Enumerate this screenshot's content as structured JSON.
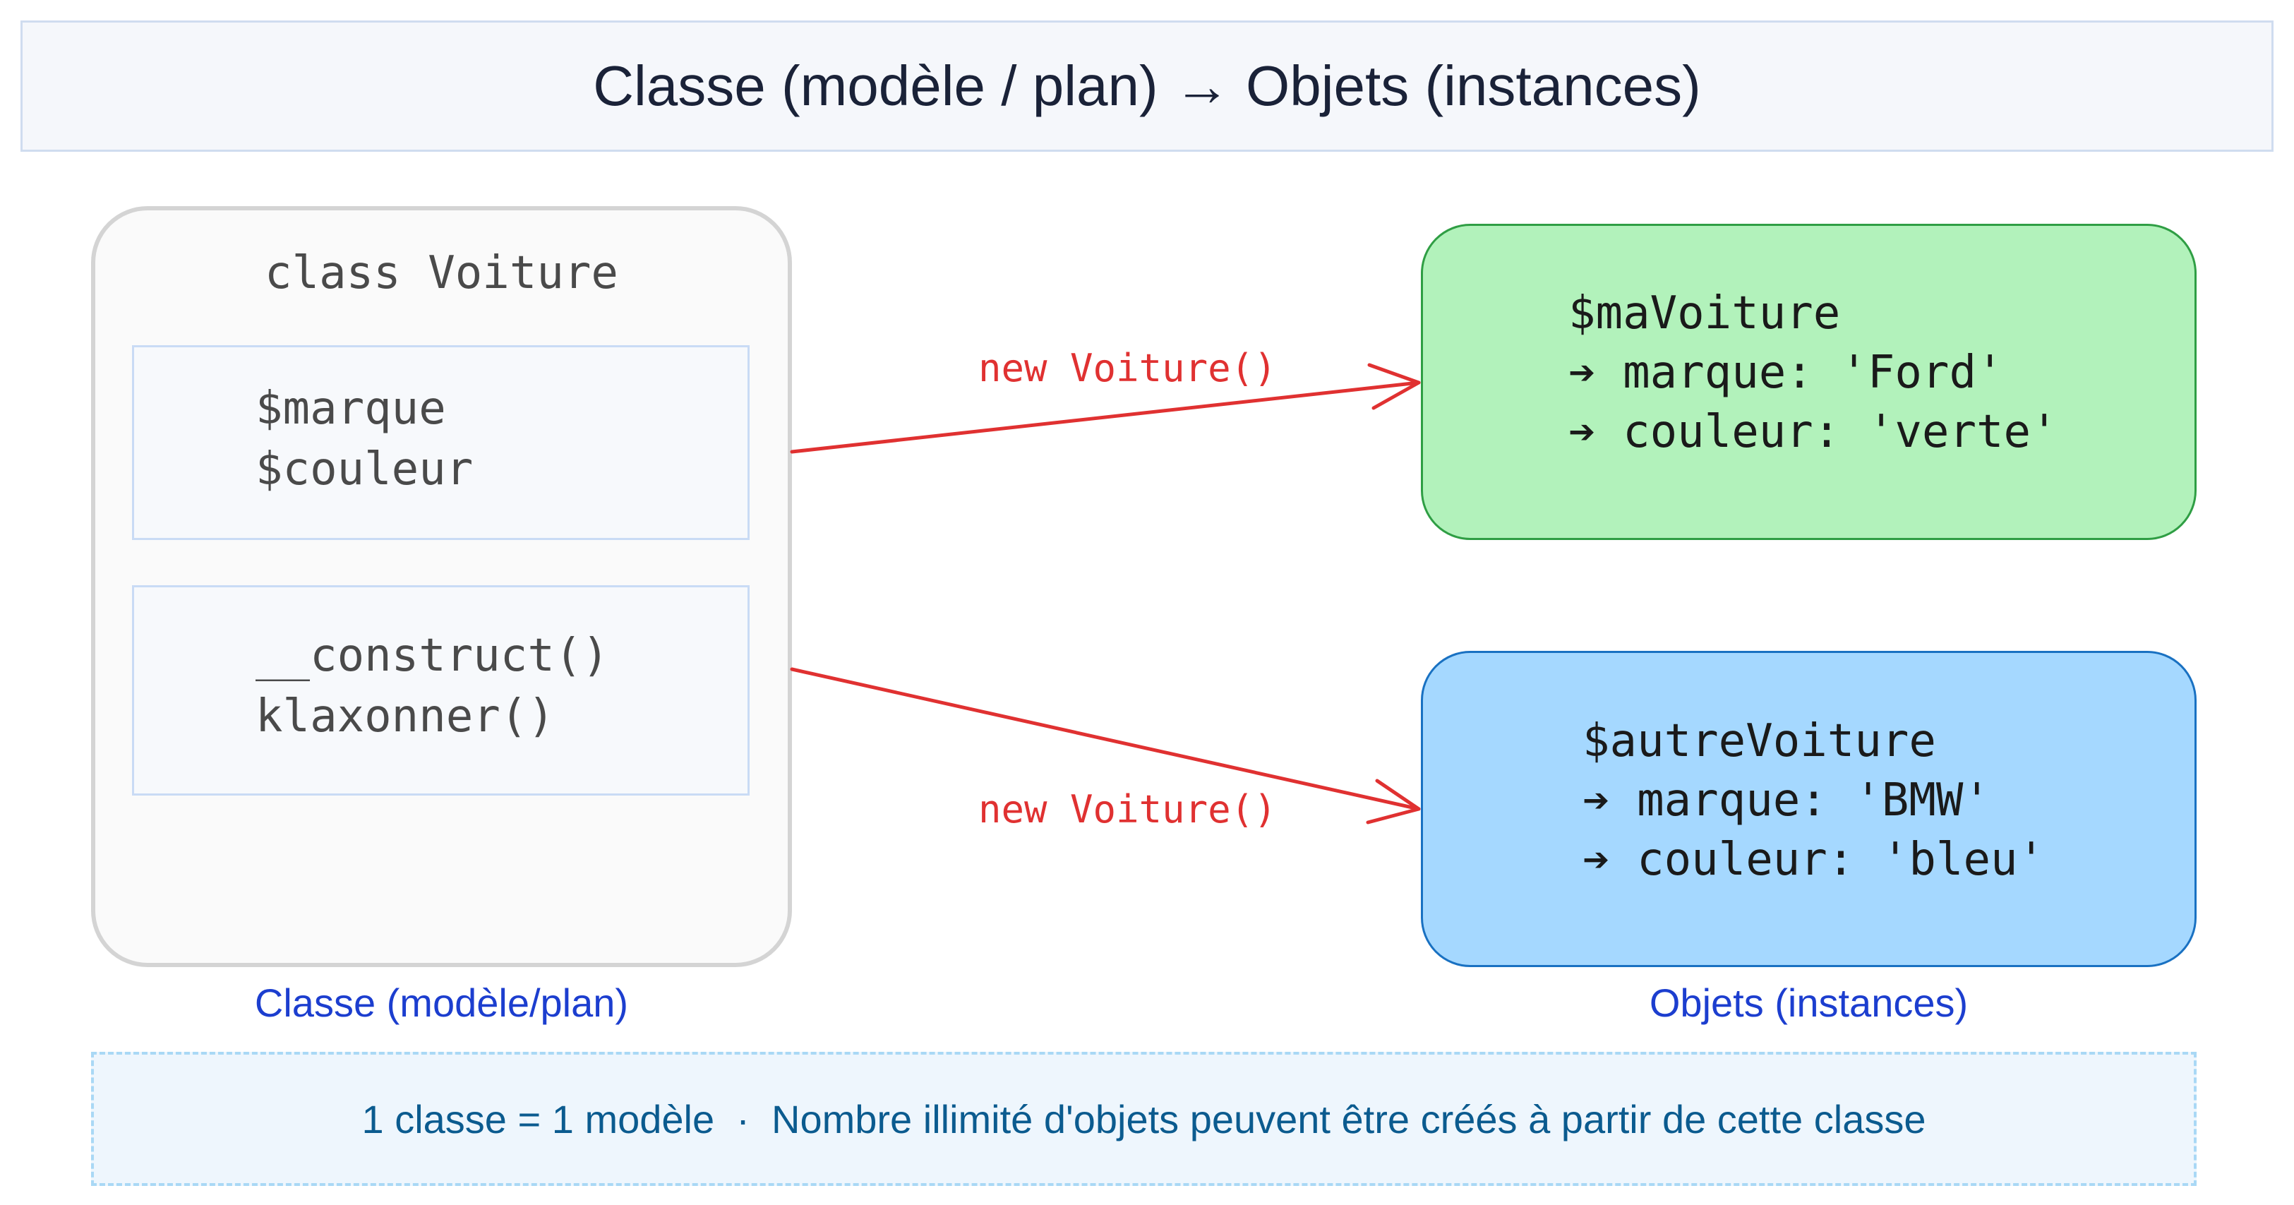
{
  "title": "Classe (modèle / plan) → Objets (instances)",
  "class_box": {
    "name": "class Voiture",
    "attributes": [
      "$marque",
      "$couleur"
    ],
    "methods": [
      "__construct()",
      "klaxonner()"
    ]
  },
  "arrows": [
    {
      "label": "new Voiture()"
    },
    {
      "label": "new Voiture()"
    }
  ],
  "objects": [
    {
      "lines": [
        "$maVoiture",
        "➔ marque: 'Ford'",
        "➔ couleur: 'verte'"
      ],
      "fill": "#b2f2bb",
      "stroke": "#2f9e44"
    },
    {
      "lines": [
        "$autreVoiture",
        "➔ marque: 'BMW'",
        "➔ couleur: 'bleu'"
      ],
      "fill": "#a5d8ff",
      "stroke": "#1971c2"
    }
  ],
  "captions": {
    "class": "Classe (modèle/plan)",
    "objects": "Objets (instances)"
  },
  "note": "1 classe = 1 modèle  ·  Nombre illimité d'objets peuvent être créés à partir de cette classe",
  "colors": {
    "arrow": "#e03131",
    "caption": "#1c3ecf",
    "note_text": "#0b5b8f"
  }
}
